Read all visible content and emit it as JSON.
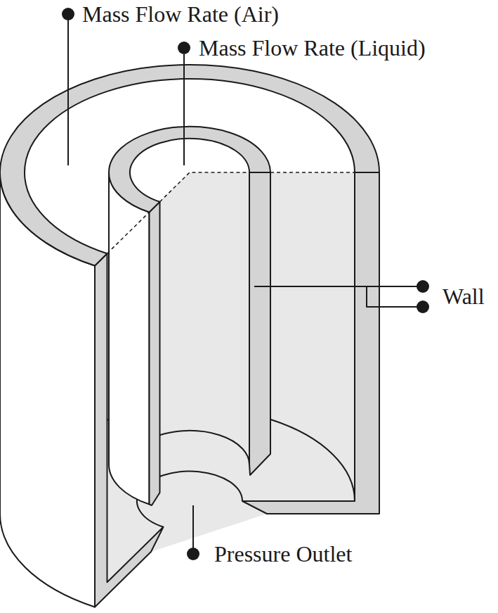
{
  "diagram": {
    "labels": [
      "Mass Flow Rate (Air)",
      "Mass Flow Rate (Liquid)",
      "Wall",
      "Pressure Outlet"
    ]
  }
}
